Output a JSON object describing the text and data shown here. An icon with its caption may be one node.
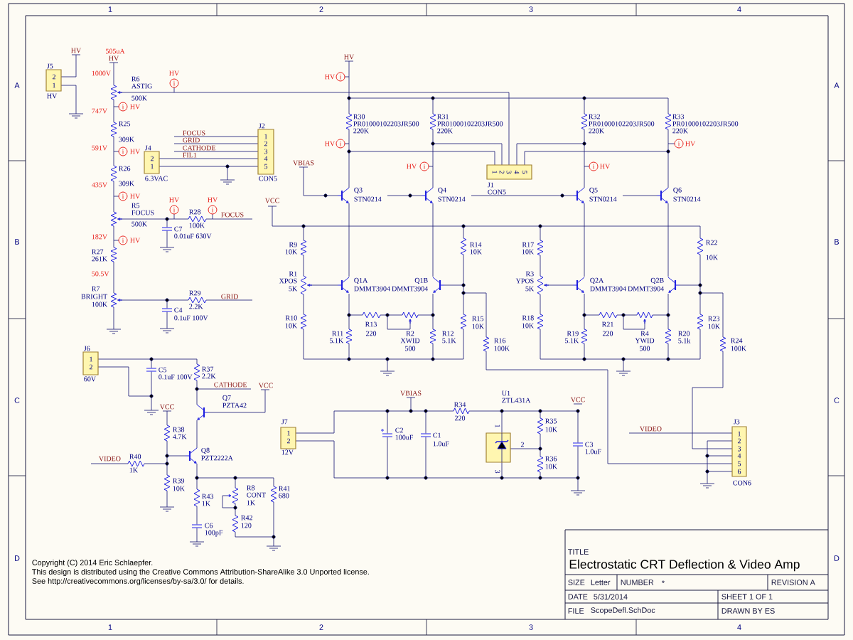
{
  "diagram": {
    "title": "Electrostatic CRT Deflection & Video Amp",
    "labels": [
      "1",
      "2",
      "3",
      "4",
      "A",
      "HV",
      "505uA",
      "HV",
      "J5",
      "2",
      "1",
      "HV",
      "1000V",
      "R6",
      "ASTIG",
      "500K",
      "HV",
      "i",
      "A",
      "i",
      "HV",
      "747V",
      "R25",
      "309K",
      "FOCUS",
      "GRID",
      "CATHODE",
      "FIL1",
      "J2",
      "1",
      "2",
      "3",
      "4",
      "5",
      "CON5",
      "591V",
      "i",
      "HV",
      "J4",
      "2",
      "1",
      "6.3VAC",
      "R26",
      "309K",
      "435V",
      "i",
      "HV",
      "HV",
      "i",
      "HV",
      "i",
      "R5",
      "FOCUS",
      "500K",
      "R28",
      "100K",
      "FOCUS",
      "C7",
      "0.01uF 630V",
      "182V",
      "i",
      "HV",
      "B",
      "B",
      "R27",
      "261K",
      "50.5V",
      "R7",
      "BRIGHT",
      "100K",
      "R29",
      "2.2K",
      "GRID",
      "C4",
      "0.1uF 100V",
      "VCC",
      "HV",
      "HV",
      "i",
      "R30",
      "PR01000102203JR500",
      "220K",
      "R31",
      "PR01000102203JR500",
      "220K",
      "R32",
      "PR01000102203JR500",
      "220K",
      "R33",
      "PR01000102203JR500",
      "220K",
      "HV",
      "i",
      "i",
      "HV",
      "VBIAS",
      "HV",
      "i",
      "1",
      "2",
      "3",
      "4",
      "5",
      "i",
      "HV",
      "J1",
      "CON5",
      "Q3",
      "STN0214",
      "Q4",
      "STN0214",
      "Q5",
      "STN0214",
      "Q6",
      "STN0214",
      "R9",
      "10K",
      "R14",
      "10K",
      "R17",
      "10K",
      "R22",
      "10K",
      "R1",
      "XPOS",
      "5K",
      "Q1A",
      "DMMT3904",
      "Q1B",
      "DMMT3904",
      "R3",
      "YPOS",
      "5K",
      "Q2A",
      "DMMT3904",
      "Q2B",
      "DMMT3904",
      "R10",
      "10K",
      "R13",
      "220",
      "R15",
      "10K",
      "R18",
      "10K",
      "R21",
      "220",
      "R23",
      "10K",
      "R11",
      "5.1K",
      "R2",
      "XWID",
      "500",
      "R12",
      "5.1K",
      "R16",
      "100K",
      "R19",
      "5.1K",
      "R4",
      "YWID",
      "500",
      "R20",
      "5.1k",
      "R24",
      "100K",
      "J6",
      "1",
      "2",
      "60V",
      "C5",
      "0.1uF 100V",
      "R37",
      "2.2K",
      "CATHODE",
      "VCC",
      "VBIAS",
      "U1",
      "ZTL431A",
      "VCC",
      "C",
      "C",
      "Q7",
      "PZTA42",
      "VCC",
      "R34",
      "220",
      "J7",
      "J3",
      "R35",
      "10K",
      "1",
      "R38",
      "4.7K",
      "VIDEO",
      "C2",
      "100uF",
      "C1",
      "1.0uF",
      "1",
      "2",
      "1",
      "2",
      "3",
      "4",
      "5",
      "6",
      "2",
      "C3",
      "1.0uF",
      "12V",
      "Q8",
      "PZT2222A",
      "R40",
      "VIDEO",
      "R36",
      "10K",
      "1K",
      "3",
      "R39",
      "10K",
      "CON6",
      "R8",
      "CONT",
      "1K",
      "R41",
      "680",
      "R43",
      "1K",
      "R42",
      "120",
      "C6",
      "100pF",
      "TITLE",
      "D",
      "D",
      "Copyright (C) 2014 Eric Schlaepfer.",
      "This design is distributed using the Creative Commons Attribution-ShareAlike 3.0 Unported license.",
      "See http://creativecommons.org/licenses/by-sa/3.0/ for details.",
      "SIZE",
      "Letter",
      "NUMBER",
      "*",
      "REVISION A",
      "DATE",
      "5/31/2014",
      "SHEET 1 OF 1",
      "FILE",
      "ScopeDefl.SchDoc",
      "DRAWN BY ES",
      "1",
      "2",
      "3",
      "4"
    ]
  }
}
